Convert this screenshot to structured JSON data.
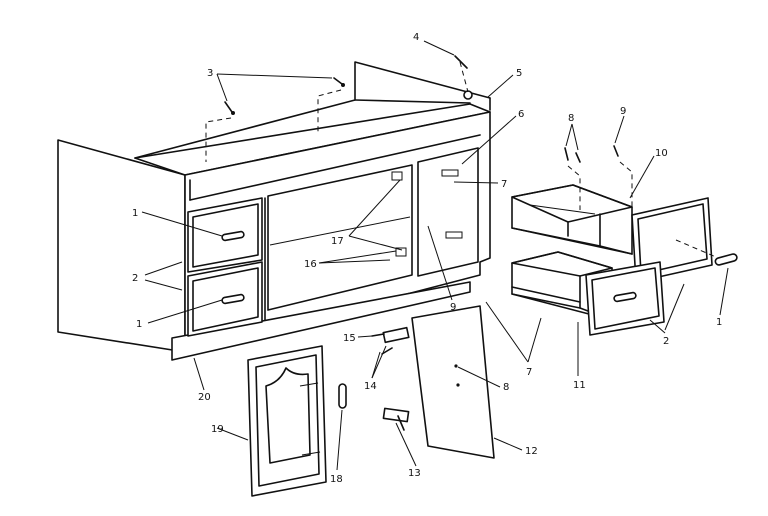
{
  "diagram": {
    "callouts": {
      "c1a": "1",
      "c1b": "1",
      "c1c": "1",
      "c2a": "2",
      "c2b": "2",
      "c3": "3",
      "c4": "4",
      "c5": "5",
      "c6": "6",
      "c7a": "7",
      "c7b": "7",
      "c8a": "8",
      "c8b": "8",
      "c9a": "9",
      "c9b": "9",
      "c10": "10",
      "c11": "11",
      "c12": "12",
      "c13": "13",
      "c14": "14",
      "c15": "15",
      "c16": "16",
      "c17": "17",
      "c18": "18",
      "c19": "19",
      "c20": "20"
    }
  }
}
